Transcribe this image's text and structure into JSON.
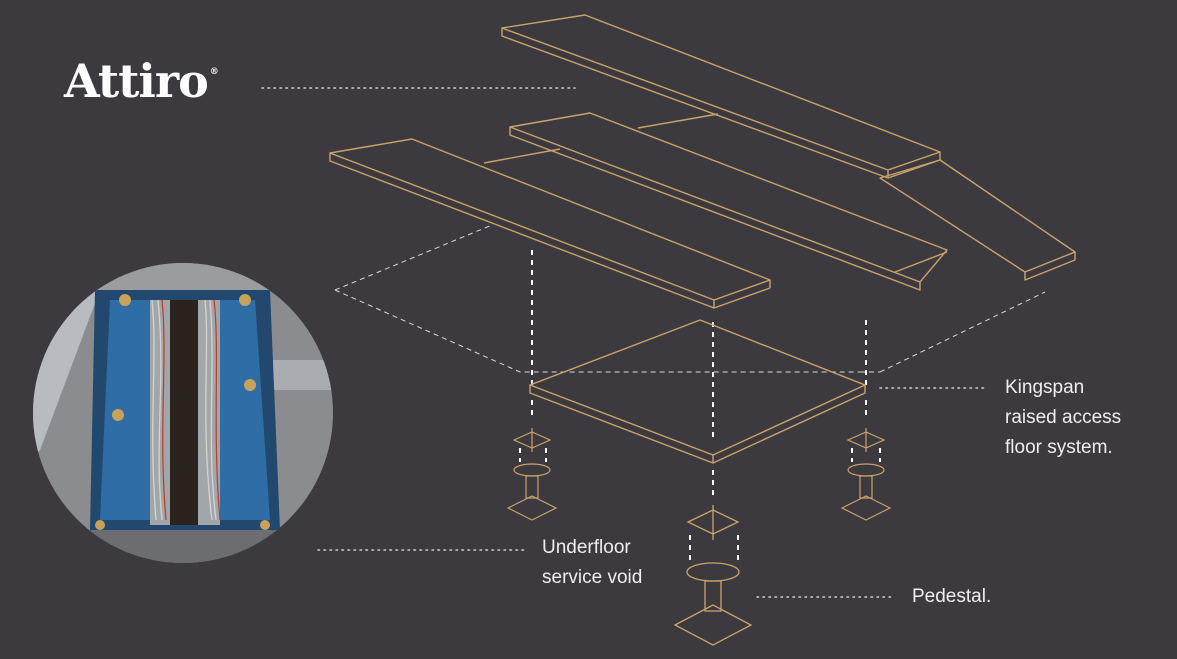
{
  "brand": {
    "logo_text": "Attiro",
    "registered_mark": "®"
  },
  "labels": {
    "kingspan": [
      "Kingspan",
      "raised access",
      "floor system."
    ],
    "underfloor": [
      "Underfloor",
      "service void"
    ],
    "pedestal": "Pedestal."
  },
  "colors": {
    "background": "#3c3a3f",
    "line_accent": "#c9a36b",
    "text": "#eeeeee",
    "leader_dots": "#cfcfcf"
  },
  "icons": [
    "floor-plank",
    "floor-panel",
    "pedestal",
    "photo-underfloor-cables"
  ]
}
